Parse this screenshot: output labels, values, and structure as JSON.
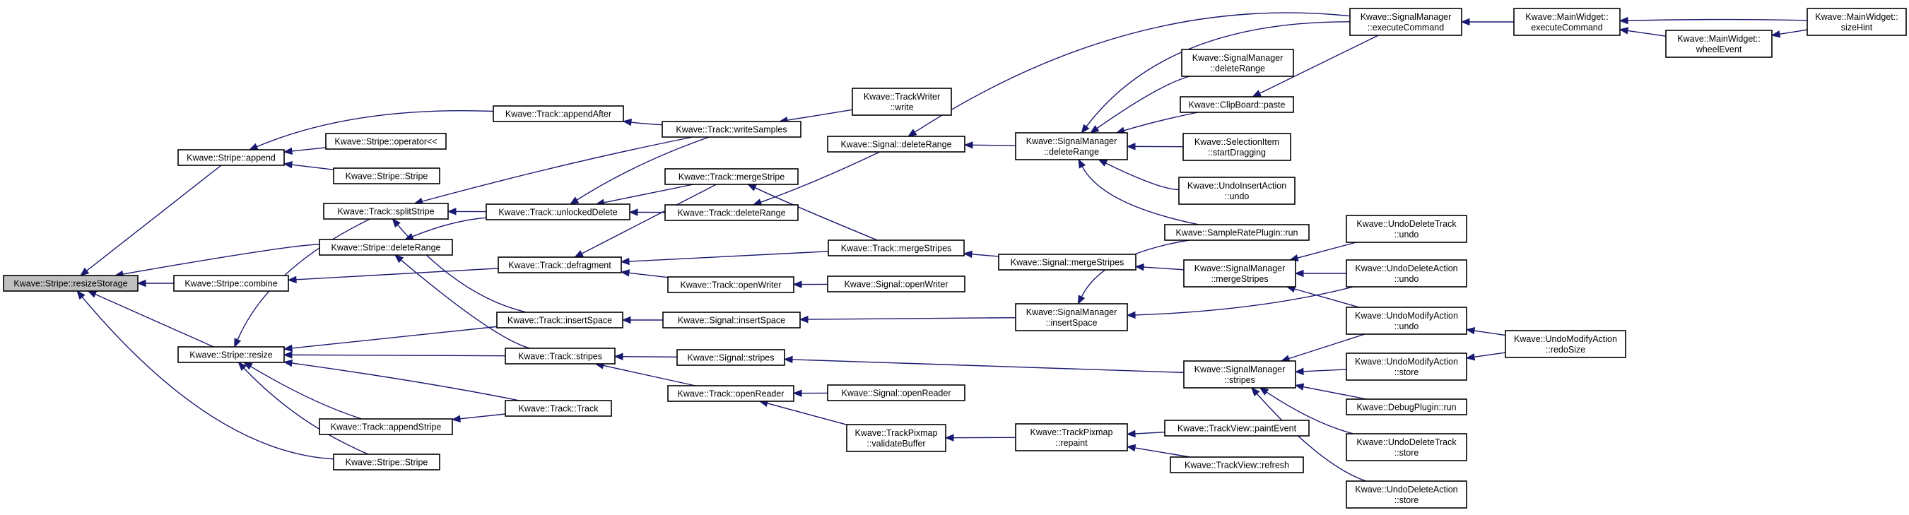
{
  "graph": {
    "title": "",
    "nodes": [
      {
        "id": "resizeStorage",
        "lines": [
          "Kwave::Stripe::resizeStorage"
        ],
        "root": true
      },
      {
        "id": "stripe_append",
        "lines": [
          "Kwave::Stripe::append"
        ]
      },
      {
        "id": "stripe_combine",
        "lines": [
          "Kwave::Stripe::combine"
        ]
      },
      {
        "id": "stripe_resize",
        "lines": [
          "Kwave::Stripe::resize"
        ]
      },
      {
        "id": "stripe_deleteRange",
        "lines": [
          "Kwave::Stripe::deleteRange"
        ]
      },
      {
        "id": "track_splitStripe",
        "lines": [
          "Kwave::Track::splitStripe"
        ]
      },
      {
        "id": "stripe_operator",
        "lines": [
          "Kwave::Stripe::operator<<"
        ]
      },
      {
        "id": "stripe_stripe1",
        "lines": [
          "Kwave::Stripe::Stripe"
        ]
      },
      {
        "id": "stripe_stripe2",
        "lines": [
          "Kwave::Stripe::Stripe"
        ]
      },
      {
        "id": "track_appendStripe",
        "lines": [
          "Kwave::Track::appendStripe"
        ]
      },
      {
        "id": "track_appendAfter",
        "lines": [
          "Kwave::Track::appendAfter"
        ]
      },
      {
        "id": "track_unlockedDelete",
        "lines": [
          "Kwave::Track::unlockedDelete"
        ]
      },
      {
        "id": "track_defragment",
        "lines": [
          "Kwave::Track::defragment"
        ]
      },
      {
        "id": "track_insertSpace",
        "lines": [
          "Kwave::Track::insertSpace"
        ]
      },
      {
        "id": "track_stripes",
        "lines": [
          "Kwave::Track::stripes"
        ]
      },
      {
        "id": "track_track",
        "lines": [
          "Kwave::Track::Track"
        ]
      },
      {
        "id": "track_writeSamples",
        "lines": [
          "Kwave::Track::writeSamples"
        ]
      },
      {
        "id": "track_mergeStripe",
        "lines": [
          "Kwave::Track::mergeStripe"
        ]
      },
      {
        "id": "track_deleteRange",
        "lines": [
          "Kwave::Track::deleteRange"
        ]
      },
      {
        "id": "track_openWriter",
        "lines": [
          "Kwave::Track::openWriter"
        ]
      },
      {
        "id": "signal_insertSpace",
        "lines": [
          "Kwave::Signal::insertSpace"
        ]
      },
      {
        "id": "signal_stripes",
        "lines": [
          "Kwave::Signal::stripes"
        ]
      },
      {
        "id": "track_openReader",
        "lines": [
          "Kwave::Track::openReader"
        ]
      },
      {
        "id": "trackwriter_write",
        "lines": [
          "Kwave::TrackWriter",
          "::write"
        ]
      },
      {
        "id": "signal_deleteRange",
        "lines": [
          "Kwave::Signal::deleteRange"
        ]
      },
      {
        "id": "track_mergeStripes",
        "lines": [
          "Kwave::Track::mergeStripes"
        ]
      },
      {
        "id": "signal_openWriter",
        "lines": [
          "Kwave::Signal::openWriter"
        ]
      },
      {
        "id": "signal_openReader",
        "lines": [
          "Kwave::Signal::openReader"
        ]
      },
      {
        "id": "trackpixmap_validate",
        "lines": [
          "Kwave::TrackPixmap",
          "::validateBuffer"
        ]
      },
      {
        "id": "sm_deleteRange",
        "lines": [
          "Kwave::SignalManager",
          "::deleteRange"
        ]
      },
      {
        "id": "signal_mergeStripes",
        "lines": [
          "Kwave::Signal::mergeStripes"
        ]
      },
      {
        "id": "sm_insertSpace",
        "lines": [
          "Kwave::SignalManager",
          "::insertSpace"
        ]
      },
      {
        "id": "trackpixmap_repaint",
        "lines": [
          "Kwave::TrackPixmap",
          "::repaint"
        ]
      },
      {
        "id": "sm_deleteRange2",
        "lines": [
          "Kwave::SignalManager",
          "::deleteRange"
        ]
      },
      {
        "id": "clipboard_paste",
        "lines": [
          "Kwave::ClipBoard::paste"
        ]
      },
      {
        "id": "selection_drag",
        "lines": [
          "Kwave::SelectionItem",
          "::startDragging"
        ]
      },
      {
        "id": "undoinsert_undo",
        "lines": [
          "Kwave::UndoInsertAction",
          "::undo"
        ]
      },
      {
        "id": "samplerate_run",
        "lines": [
          "Kwave::SampleRatePlugin::run"
        ]
      },
      {
        "id": "sm_mergeStripes",
        "lines": [
          "Kwave::SignalManager",
          "::mergeStripes"
        ]
      },
      {
        "id": "sm_stripes",
        "lines": [
          "Kwave::SignalManager",
          "::stripes"
        ]
      },
      {
        "id": "trackview_paint",
        "lines": [
          "Kwave::TrackView::paintEvent"
        ]
      },
      {
        "id": "trackview_refresh",
        "lines": [
          "Kwave::TrackView::refresh"
        ]
      },
      {
        "id": "sm_execute",
        "lines": [
          "Kwave::SignalManager",
          "::executeCommand"
        ]
      },
      {
        "id": "undodeletetrack_undo",
        "lines": [
          "Kwave::UndoDeleteTrack",
          "::undo"
        ]
      },
      {
        "id": "undodeleteaction_undo",
        "lines": [
          "Kwave::UndoDeleteAction",
          "::undo"
        ]
      },
      {
        "id": "undomodify_undo",
        "lines": [
          "Kwave::UndoModifyAction",
          "::undo"
        ]
      },
      {
        "id": "undomodify_store",
        "lines": [
          "Kwave::UndoModifyAction",
          "::store"
        ]
      },
      {
        "id": "debug_run",
        "lines": [
          "Kwave::DebugPlugin::run"
        ]
      },
      {
        "id": "undodeletetrack_store",
        "lines": [
          "Kwave::UndoDeleteTrack",
          "::store"
        ]
      },
      {
        "id": "undodeleteaction_store",
        "lines": [
          "Kwave::UndoDeleteAction",
          "::store"
        ]
      },
      {
        "id": "mw_execute",
        "lines": [
          "Kwave::MainWidget::",
          "executeCommand"
        ]
      },
      {
        "id": "mw_wheel",
        "lines": [
          "Kwave::MainWidget::",
          "wheelEvent"
        ]
      },
      {
        "id": "undomodify_redo",
        "lines": [
          "Kwave::UndoModifyAction",
          "::redoSize"
        ]
      },
      {
        "id": "mw_sizeHint",
        "lines": [
          "Kwave::MainWidget::",
          "sizeHint"
        ]
      }
    ],
    "edges": [
      [
        "stripe_append",
        "resizeStorage"
      ],
      [
        "stripe_combine",
        "resizeStorage"
      ],
      [
        "stripe_resize",
        "resizeStorage"
      ],
      [
        "stripe_deleteRange",
        "resizeStorage"
      ],
      [
        "stripe_stripe2",
        "resizeStorage"
      ],
      [
        "track_appendAfter",
        "stripe_append"
      ],
      [
        "stripe_operator",
        "stripe_append"
      ],
      [
        "stripe_stripe1",
        "stripe_append"
      ],
      [
        "track_defragment",
        "stripe_combine"
      ],
      [
        "track_splitStripe",
        "stripe_resize"
      ],
      [
        "track_insertSpace",
        "stripe_resize"
      ],
      [
        "track_stripes",
        "stripe_resize"
      ],
      [
        "track_track",
        "stripe_resize"
      ],
      [
        "track_appendStripe",
        "stripe_resize"
      ],
      [
        "stripe_stripe2",
        "stripe_resize"
      ],
      [
        "track_unlockedDelete",
        "stripe_deleteRange"
      ],
      [
        "track_unlockedDelete",
        "track_splitStripe"
      ],
      [
        "track_writeSamples",
        "track_splitStripe"
      ],
      [
        "track_insertSpace",
        "track_splitStripe"
      ],
      [
        "track_stripes",
        "stripe_deleteRange"
      ],
      [
        "track_track",
        "track_appendStripe"
      ],
      [
        "track_writeSamples",
        "track_appendAfter"
      ],
      [
        "track_mergeStripe",
        "track_unlockedDelete"
      ],
      [
        "track_deleteRange",
        "track_unlockedDelete"
      ],
      [
        "track_writeSamples",
        "track_unlockedDelete"
      ],
      [
        "track_mergeStripes",
        "track_defragment"
      ],
      [
        "track_mergeStripe",
        "track_defragment"
      ],
      [
        "track_openWriter",
        "track_defragment"
      ],
      [
        "signal_insertSpace",
        "track_insertSpace"
      ],
      [
        "signal_stripes",
        "track_stripes"
      ],
      [
        "track_openReader",
        "track_stripes"
      ],
      [
        "trackwriter_write",
        "track_writeSamples"
      ],
      [
        "track_mergeStripes",
        "track_mergeStripe"
      ],
      [
        "signal_deleteRange",
        "track_deleteRange"
      ],
      [
        "signal_openWriter",
        "track_openWriter"
      ],
      [
        "sm_insertSpace",
        "signal_insertSpace"
      ],
      [
        "sm_stripes",
        "signal_stripes"
      ],
      [
        "signal_openReader",
        "track_openReader"
      ],
      [
        "trackpixmap_validate",
        "track_openReader"
      ],
      [
        "sm_deleteRange",
        "signal_deleteRange"
      ],
      [
        "sm_execute",
        "signal_deleteRange"
      ],
      [
        "signal_mergeStripes",
        "track_mergeStripes"
      ],
      [
        "trackpixmap_repaint",
        "trackpixmap_validate"
      ],
      [
        "sm_execute",
        "sm_deleteRange"
      ],
      [
        "sm_deleteRange2",
        "sm_deleteRange"
      ],
      [
        "clipboard_paste",
        "sm_deleteRange"
      ],
      [
        "selection_drag",
        "sm_deleteRange"
      ],
      [
        "undoinsert_undo",
        "sm_deleteRange"
      ],
      [
        "samplerate_run",
        "sm_deleteRange"
      ],
      [
        "sm_mergeStripes",
        "signal_mergeStripes"
      ],
      [
        "samplerate_run",
        "sm_insertSpace"
      ],
      [
        "undodeleteaction_undo",
        "sm_insertSpace"
      ],
      [
        "trackview_paint",
        "trackpixmap_repaint"
      ],
      [
        "trackview_refresh",
        "trackpixmap_repaint"
      ],
      [
        "sm_execute",
        "clipboard_paste"
      ],
      [
        "undodeletetrack_undo",
        "sm_mergeStripes"
      ],
      [
        "undodeleteaction_undo",
        "sm_mergeStripes"
      ],
      [
        "undomodify_undo",
        "sm_mergeStripes"
      ],
      [
        "undomodify_undo",
        "sm_stripes"
      ],
      [
        "undomodify_store",
        "sm_stripes"
      ],
      [
        "debug_run",
        "sm_stripes"
      ],
      [
        "undodeletetrack_store",
        "sm_stripes"
      ],
      [
        "undodeleteaction_store",
        "sm_stripes"
      ],
      [
        "mw_execute",
        "sm_execute"
      ],
      [
        "undomodify_redo",
        "undomodify_undo"
      ],
      [
        "undomodify_redo",
        "undomodify_store"
      ],
      [
        "mw_sizeHint",
        "mw_execute"
      ],
      [
        "mw_wheel",
        "mw_execute"
      ],
      [
        "mw_sizeHint",
        "mw_wheel"
      ]
    ]
  }
}
